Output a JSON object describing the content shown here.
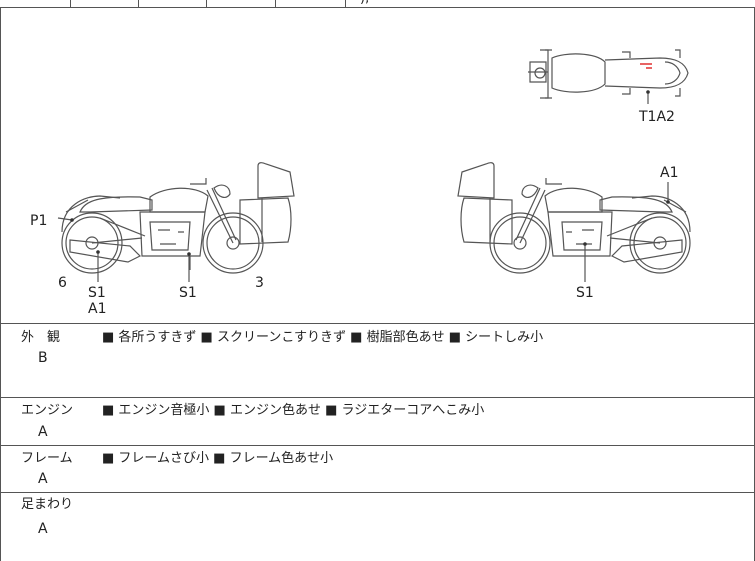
{
  "top_cut_text": "),",
  "diagram": {
    "callouts": {
      "top_view": "T1A2",
      "left_p1": "P1",
      "left_6": "6",
      "left_s1_a": "S1",
      "left_a1": "A1",
      "left_s1_b": "S1",
      "left_3": "3",
      "right_a1": "A1",
      "right_s1": "S1"
    },
    "mark_color": "#e03030"
  },
  "rows": [
    {
      "label": "外　観",
      "grade": "B",
      "desc": "■ 各所うすきず ■ スクリーンこすりきず ■ 樹脂部色あせ ■ シートしみ小"
    },
    {
      "label": "エンジン",
      "grade": "A",
      "desc": "■ エンジン音極小 ■ エンジン色あせ ■ ラジエターコアへこみ小"
    },
    {
      "label": "フレーム",
      "grade": "A",
      "desc": "■ フレームさび小 ■ フレーム色あせ小"
    },
    {
      "label": "足まわり",
      "grade": "A",
      "desc": ""
    }
  ]
}
